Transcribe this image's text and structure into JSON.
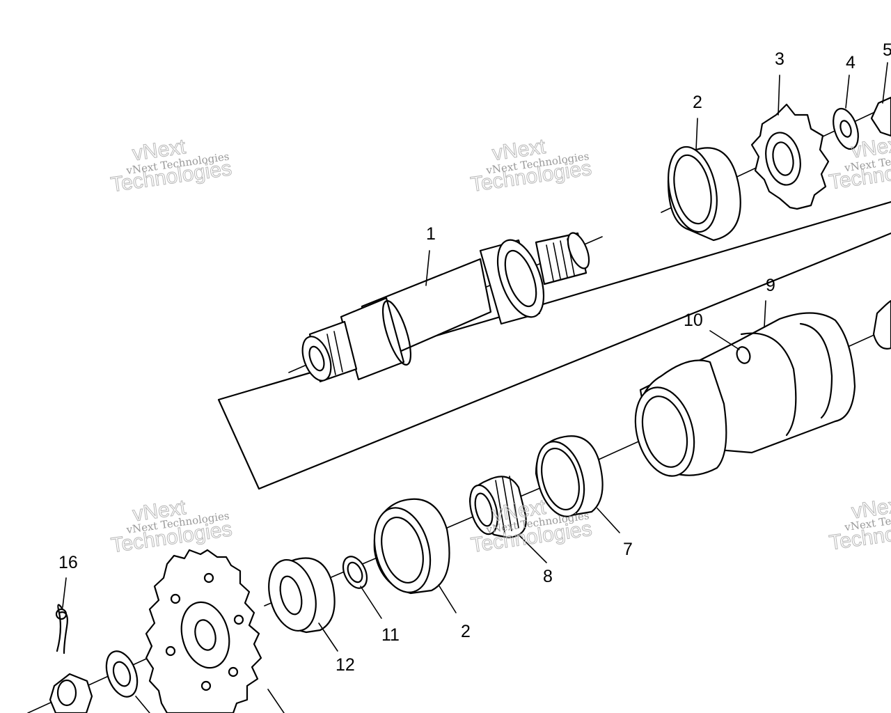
{
  "watermark": {
    "small_text": "vNext Technologies",
    "large_line1": "vNext",
    "large_line2": "Technologies"
  },
  "callouts": [
    {
      "label": "1"
    },
    {
      "label": "2"
    },
    {
      "label": "3"
    },
    {
      "label": "4"
    },
    {
      "label": "5"
    },
    {
      "label": "9"
    },
    {
      "label": "10"
    },
    {
      "label": "7"
    },
    {
      "label": "8"
    },
    {
      "label": "2"
    },
    {
      "label": "11"
    },
    {
      "label": "12"
    },
    {
      "label": "16"
    }
  ],
  "parts": [
    "shaft",
    "bearing",
    "sprocket-small",
    "washer",
    "nut",
    "drum",
    "pin",
    "race",
    "roller-bearing",
    "bearing",
    "washer",
    "spacer",
    "cotter-pin",
    "sprocket-large",
    "washer",
    "nut"
  ]
}
